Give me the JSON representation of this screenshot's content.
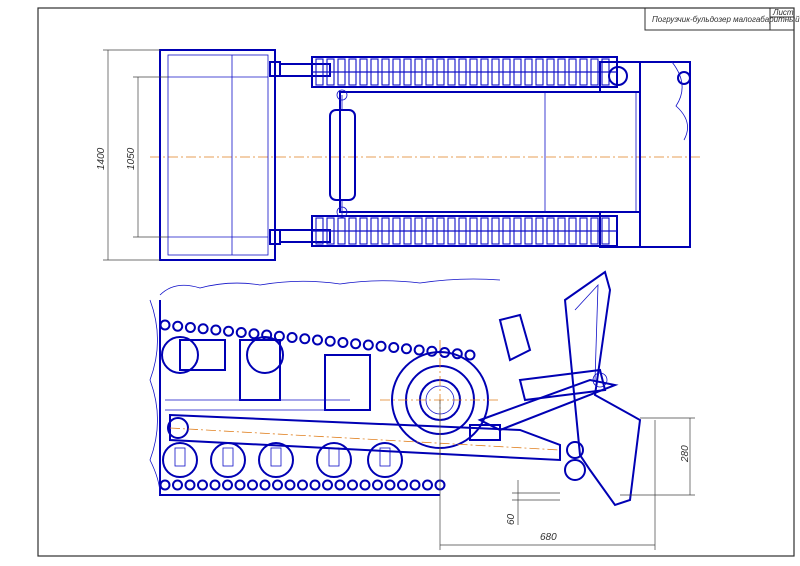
{
  "title_block": {
    "drawing_title": "Погрузчик-бульдозер малогабаритный",
    "sheet_label": "Лист"
  },
  "dimensions": {
    "top_overall_height": "1400",
    "top_bucket_height": "1050",
    "side_height": "280",
    "side_offset": "60",
    "side_length": "680"
  },
  "colors": {
    "line": "#1010c8",
    "axis": "#e08020",
    "frame": "#303030"
  }
}
